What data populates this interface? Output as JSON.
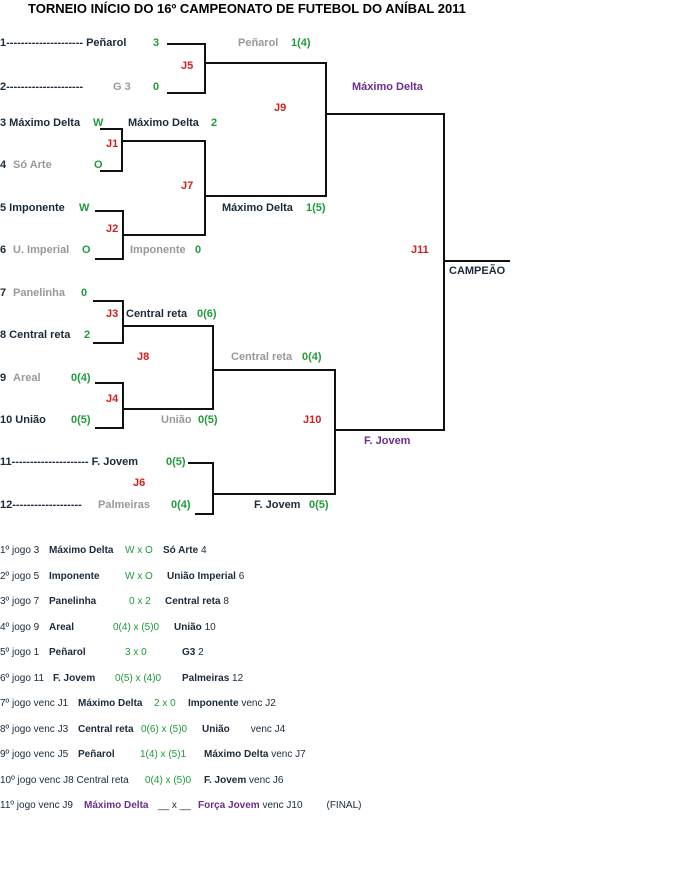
{
  "title": "TORNEIO INÍCIO DO 16º CAMPEONATO DE FUTEBOL DO ANÍBAL 2011",
  "teams": [
    {
      "label": "1--------------------- Peñarol",
      "score": "3"
    },
    {
      "label": "2---------------------",
      "name": "G 3",
      "score": "0"
    },
    {
      "label": "3 Máximo Delta",
      "score": "W"
    },
    {
      "num": "4",
      "name": "Só Arte",
      "score": "O"
    },
    {
      "label": "5 Imponente",
      "score": "W"
    },
    {
      "num": "6",
      "name": "U. Imperial",
      "score": "O"
    },
    {
      "num": "7",
      "name": "Panelinha",
      "score": "0"
    },
    {
      "label": "8 Central reta",
      "score": "2"
    },
    {
      "num": "9",
      "name": "Areal",
      "score": "0(4)"
    },
    {
      "label": "10 União",
      "score": "0(5)"
    },
    {
      "label": "11--------------------- F. Jovem",
      "score": "0(5)"
    },
    {
      "label": "12-------------------",
      "name": "Palmeiras",
      "score": "0(4)"
    }
  ],
  "round1": [
    {
      "name": "Peñarol",
      "score": "1(4)"
    },
    {
      "name": "Máximo Delta",
      "score": "2"
    },
    {
      "name": "Imponente",
      "score": "0"
    },
    {
      "name": "Central reta",
      "score": "0(6)"
    },
    {
      "name": "União",
      "score": "0(5)"
    },
    {
      "name": "Central reta",
      "score": "0(4)"
    },
    {
      "name": "F. Jovem",
      "score": "0(5)"
    },
    {
      "name": "Máximo Delta",
      "score": "1(5)"
    }
  ],
  "games": [
    "J1",
    "J2",
    "J3",
    "J4",
    "J5",
    "J6",
    "J7",
    "J8",
    "J9",
    "J10",
    "J11"
  ],
  "finalists": [
    "Máximo Delta",
    "F. Jovem"
  ],
  "champion_label": "CAMPEÃO",
  "results": [
    {
      "a": "1º jogo 3",
      "b": "Máximo Delta",
      "c": "W x O",
      "d": "Só Arte",
      "e": "4"
    },
    {
      "a": "2º jogo 5",
      "b": "Imponente",
      "c": "W x O",
      "d": "União Imperial",
      "e": "6"
    },
    {
      "a": "3º jogo 7",
      "b": "Panelinha",
      "c": "0 x 2",
      "d": "Central reta",
      "e": "8"
    },
    {
      "a": "4º jogo 9",
      "b": "Areal",
      "c": "0(4) x (5)0",
      "d": "União",
      "e": "10"
    },
    {
      "a": "5º jogo 1",
      "b": "Peñarol",
      "c": "3 x 0",
      "d": "G3",
      "e": "2"
    },
    {
      "a": "6º jogo 11",
      "b": "F. Jovem",
      "c": "0(5) x (4)0",
      "d": "Palmeiras",
      "e": "12"
    },
    {
      "a": "7º jogo venc J1",
      "b": "Máximo Delta",
      "c": "2 x 0",
      "d": "Imponente",
      "e": "venc J2"
    },
    {
      "a": "8º jogo venc J3",
      "b": "Central reta",
      "c": "0(6) x (5)0",
      "d": "União",
      "e": "venc J4"
    },
    {
      "a": "9º jogo venc J5",
      "b": "Peñarol",
      "c": "1(4) x (5)1",
      "d": "Máximo Delta",
      "e": "venc J7"
    },
    {
      "a": "10º jogo venc J8 Central reta",
      "b": "",
      "c": "0(4) x (5)0",
      "d": "F. Jovem",
      "e": "venc J6"
    },
    {
      "a": "11º jogo venc J9",
      "b": "Máximo Delta",
      "c": "__ x __",
      "d": "Força Jovem",
      "e": "venc J10",
      "f": "(FINAL)"
    }
  ]
}
